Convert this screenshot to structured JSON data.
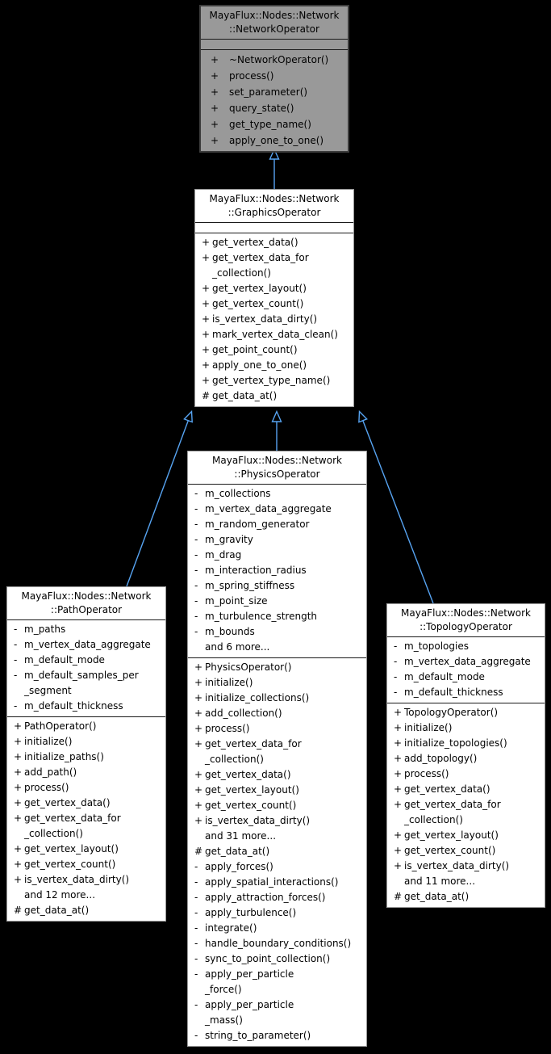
{
  "colors": {
    "background": "#000000",
    "arrow": "#57a4f2",
    "focal_fill": "#999999",
    "focal_border": "#3c3c3c",
    "node_fill": "#ffffff",
    "node_border": "#9a9a9a",
    "text": "#000000",
    "separator": "#1a1a1a"
  },
  "relations": [
    {
      "from": "GraphicsOperator",
      "to": "NetworkOperator",
      "type": "public-inheritance"
    },
    {
      "from": "PathOperator",
      "to": "GraphicsOperator",
      "type": "public-inheritance"
    },
    {
      "from": "PhysicsOperator",
      "to": "GraphicsOperator",
      "type": "public-inheritance"
    },
    {
      "from": "TopologyOperator",
      "to": "GraphicsOperator",
      "type": "public-inheritance"
    }
  ],
  "classes": {
    "network": {
      "title": "MayaFlux::Nodes::Network\n::NetworkOperator",
      "methods": [
        {
          "prefix": "+",
          "text": "~NetworkOperator()"
        },
        {
          "prefix": "+",
          "text": "process()"
        },
        {
          "prefix": "+",
          "text": "set_parameter()"
        },
        {
          "prefix": "+",
          "text": "query_state()"
        },
        {
          "prefix": "+",
          "text": "get_type_name()"
        },
        {
          "prefix": "+",
          "text": "apply_one_to_one()"
        }
      ]
    },
    "graphics": {
      "title": "MayaFlux::Nodes::Network\n::GraphicsOperator",
      "methods": [
        {
          "prefix": "+",
          "text": "get_vertex_data()"
        },
        {
          "prefix": "+",
          "text": "get_vertex_data_for\n_collection()"
        },
        {
          "prefix": "+",
          "text": "get_vertex_layout()"
        },
        {
          "prefix": "+",
          "text": "get_vertex_count()"
        },
        {
          "prefix": "+",
          "text": "is_vertex_data_dirty()"
        },
        {
          "prefix": "+",
          "text": "mark_vertex_data_clean()"
        },
        {
          "prefix": "+",
          "text": "get_point_count()"
        },
        {
          "prefix": "+",
          "text": "apply_one_to_one()"
        },
        {
          "prefix": "+",
          "text": "get_vertex_type_name()"
        },
        {
          "prefix": "#",
          "text": "get_data_at()"
        }
      ]
    },
    "physics": {
      "title": "MayaFlux::Nodes::Network\n::PhysicsOperator",
      "attributes": [
        {
          "prefix": "-",
          "text": "m_collections"
        },
        {
          "prefix": "-",
          "text": "m_vertex_data_aggregate"
        },
        {
          "prefix": "-",
          "text": "m_random_generator"
        },
        {
          "prefix": "-",
          "text": "m_gravity"
        },
        {
          "prefix": "-",
          "text": "m_drag"
        },
        {
          "prefix": "-",
          "text": "m_interaction_radius"
        },
        {
          "prefix": "-",
          "text": "m_spring_stiffness"
        },
        {
          "prefix": "-",
          "text": "m_point_size"
        },
        {
          "prefix": "-",
          "text": "m_turbulence_strength"
        },
        {
          "prefix": "-",
          "text": "m_bounds"
        },
        {
          "prefix": "",
          "text": "and 6 more..."
        }
      ],
      "methods": [
        {
          "prefix": "+",
          "text": "PhysicsOperator()"
        },
        {
          "prefix": "+",
          "text": "initialize()"
        },
        {
          "prefix": "+",
          "text": "initialize_collections()"
        },
        {
          "prefix": "+",
          "text": "add_collection()"
        },
        {
          "prefix": "+",
          "text": "process()"
        },
        {
          "prefix": "+",
          "text": "get_vertex_data_for\n_collection()"
        },
        {
          "prefix": "+",
          "text": "get_vertex_data()"
        },
        {
          "prefix": "+",
          "text": "get_vertex_layout()"
        },
        {
          "prefix": "+",
          "text": "get_vertex_count()"
        },
        {
          "prefix": "+",
          "text": "is_vertex_data_dirty()"
        },
        {
          "prefix": "",
          "text": "and 31 more..."
        },
        {
          "prefix": "#",
          "text": "get_data_at()"
        },
        {
          "prefix": "-",
          "text": "apply_forces()"
        },
        {
          "prefix": "-",
          "text": "apply_spatial_interactions()"
        },
        {
          "prefix": "-",
          "text": "apply_attraction_forces()"
        },
        {
          "prefix": "-",
          "text": "apply_turbulence()"
        },
        {
          "prefix": "-",
          "text": "integrate()"
        },
        {
          "prefix": "-",
          "text": "handle_boundary_conditions()"
        },
        {
          "prefix": "-",
          "text": "sync_to_point_collection()"
        },
        {
          "prefix": "-",
          "text": "apply_per_particle\n_force()"
        },
        {
          "prefix": "-",
          "text": "apply_per_particle\n_mass()"
        },
        {
          "prefix": "-",
          "text": "string_to_parameter()"
        }
      ]
    },
    "path": {
      "title": "MayaFlux::Nodes::Network\n::PathOperator",
      "attributes": [
        {
          "prefix": "-",
          "text": "m_paths"
        },
        {
          "prefix": "-",
          "text": "m_vertex_data_aggregate"
        },
        {
          "prefix": "-",
          "text": "m_default_mode"
        },
        {
          "prefix": "-",
          "text": "m_default_samples_per\n_segment"
        },
        {
          "prefix": "-",
          "text": "m_default_thickness"
        }
      ],
      "methods": [
        {
          "prefix": "+",
          "text": "PathOperator()"
        },
        {
          "prefix": "+",
          "text": "initialize()"
        },
        {
          "prefix": "+",
          "text": "initialize_paths()"
        },
        {
          "prefix": "+",
          "text": "add_path()"
        },
        {
          "prefix": "+",
          "text": "process()"
        },
        {
          "prefix": "+",
          "text": "get_vertex_data()"
        },
        {
          "prefix": "+",
          "text": "get_vertex_data_for\n_collection()"
        },
        {
          "prefix": "+",
          "text": "get_vertex_layout()"
        },
        {
          "prefix": "+",
          "text": "get_vertex_count()"
        },
        {
          "prefix": "+",
          "text": "is_vertex_data_dirty()"
        },
        {
          "prefix": "",
          "text": "and 12 more..."
        },
        {
          "prefix": "#",
          "text": "get_data_at()"
        }
      ]
    },
    "topology": {
      "title": "MayaFlux::Nodes::Network\n::TopologyOperator",
      "attributes": [
        {
          "prefix": "-",
          "text": "m_topologies"
        },
        {
          "prefix": "-",
          "text": "m_vertex_data_aggregate"
        },
        {
          "prefix": "-",
          "text": "m_default_mode"
        },
        {
          "prefix": "-",
          "text": "m_default_thickness"
        }
      ],
      "methods": [
        {
          "prefix": "+",
          "text": "TopologyOperator()"
        },
        {
          "prefix": "+",
          "text": "initialize()"
        },
        {
          "prefix": "+",
          "text": "initialize_topologies()"
        },
        {
          "prefix": "+",
          "text": "add_topology()"
        },
        {
          "prefix": "+",
          "text": "process()"
        },
        {
          "prefix": "+",
          "text": "get_vertex_data()"
        },
        {
          "prefix": "+",
          "text": "get_vertex_data_for\n_collection()"
        },
        {
          "prefix": "+",
          "text": "get_vertex_layout()"
        },
        {
          "prefix": "+",
          "text": "get_vertex_count()"
        },
        {
          "prefix": "+",
          "text": "is_vertex_data_dirty()"
        },
        {
          "prefix": "",
          "text": "and 11 more..."
        },
        {
          "prefix": "#",
          "text": "get_data_at()"
        }
      ]
    }
  }
}
